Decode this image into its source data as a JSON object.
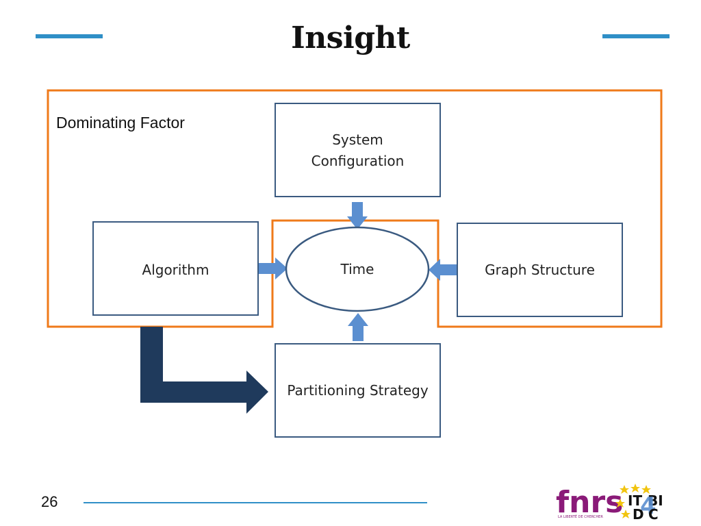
{
  "title": "Insight",
  "diagram": {
    "region_label": "Dominating Factor",
    "nodes": {
      "system_configuration": "System\nConfiguration",
      "algorithm": "Algorithm",
      "time": "Time",
      "graph_structure": "Graph Structure",
      "partitioning_strategy": "Partitioning Strategy"
    }
  },
  "footer": {
    "page_number": "26",
    "logos": {
      "fnrs": "fnrs",
      "fnrs_tagline": "LA LIBERTÉ DE CHERCHER",
      "itbidc": "IT4BIDC"
    }
  },
  "colors": {
    "accent_blue": "#2f8fc7",
    "highlight_orange": "#ef7a1a",
    "box_border": "#3a5a80",
    "arrow_blue": "#5b8fd0",
    "big_arrow": "#1f3a5c",
    "fnrs_purple": "#8a1a78",
    "star_yellow": "#f1c40f"
  }
}
